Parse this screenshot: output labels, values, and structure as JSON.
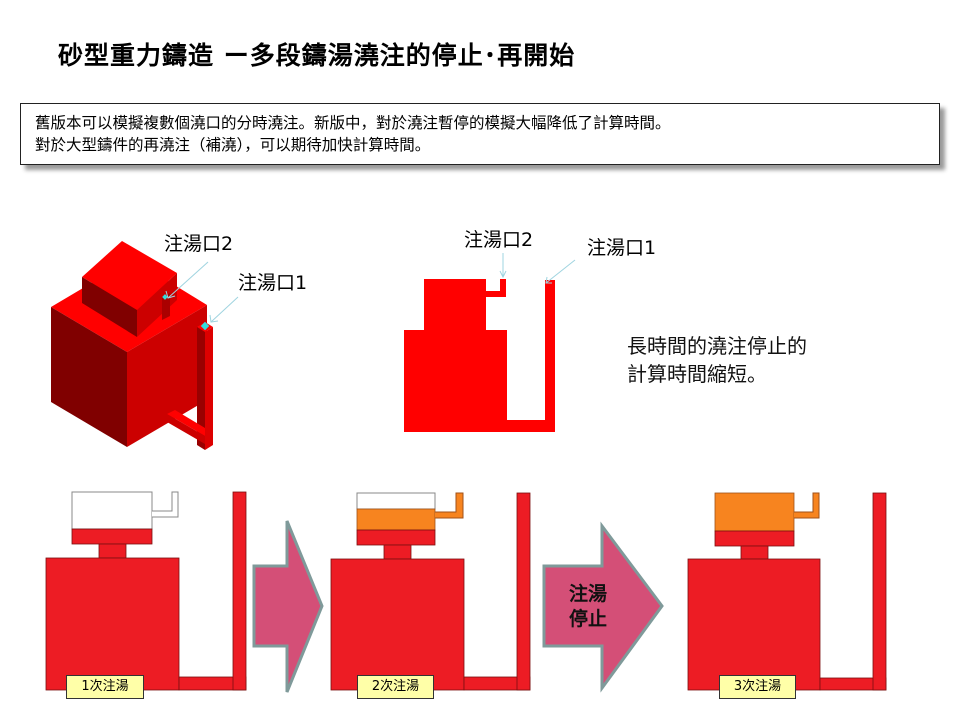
{
  "title": "砂型重力鑄造 ー多段鑄湯澆注的停止･再開始",
  "description": {
    "line1": "舊版本可以模擬複數個澆口的分時澆注。新版中，對於澆注暫停的模擬大幅降低了計算時間。",
    "line2": "對於大型鑄件的再澆注（補澆），可以期待加快計算時間。"
  },
  "model_3d": {
    "gate2_label": "注湯口2",
    "gate1_label": "注湯口1"
  },
  "model_2d": {
    "gate2_label": "注湯口2",
    "gate1_label": "注湯口1"
  },
  "note": {
    "line1": "長時間的澆注停止的",
    "line2": "計算時間縮短。"
  },
  "stages": [
    {
      "label": "1次注湯"
    },
    {
      "label": "2次注湯"
    },
    {
      "label": "3次注湯"
    }
  ],
  "arrows": [
    {
      "label_line1": "",
      "label_line2": ""
    },
    {
      "label_line1": "注湯",
      "label_line2": "停止"
    }
  ],
  "colors": {
    "casting_red": "#ed1c24",
    "model_red": "#ff0000",
    "melt_orange": "#f7841f",
    "arrow_pink": "#d44f77",
    "arrow_border": "#7f9a9a",
    "tag_yellow": "#ffffa8",
    "gate_cyan": "#33dddd"
  }
}
